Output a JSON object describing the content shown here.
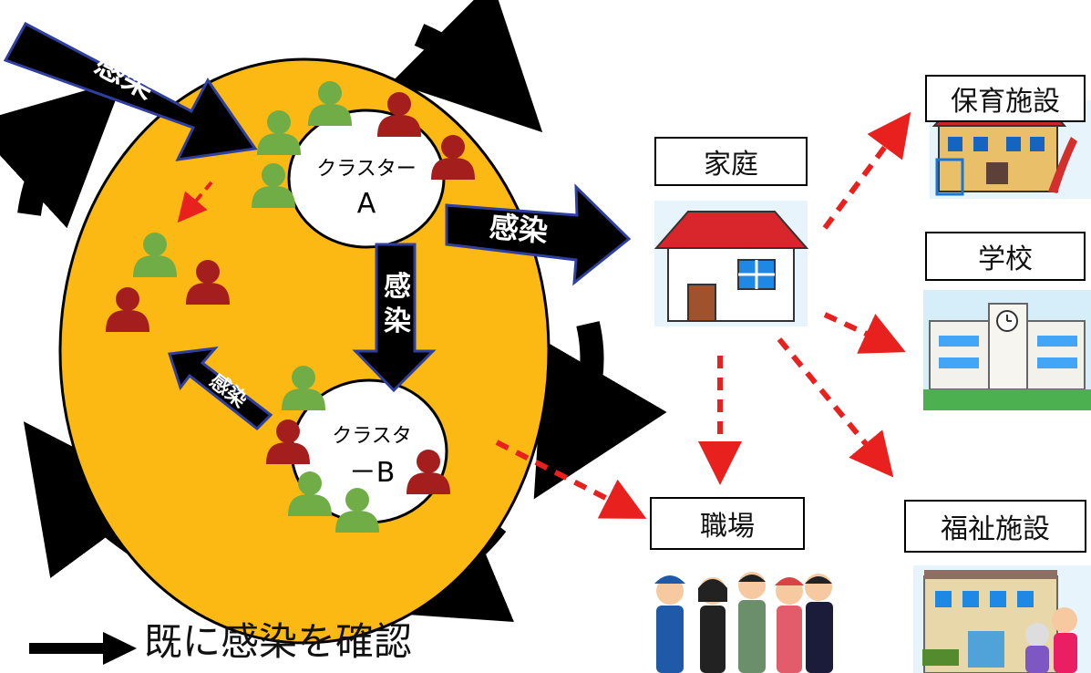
{
  "labels": {
    "infection": "感染",
    "infection_v1": "感",
    "infection_v2": "染"
  },
  "clusters": {
    "a_line1": "クラスター",
    "a_line2": "A",
    "b_line1": "クラスタ",
    "b_line2": "－B"
  },
  "destinations": {
    "home": "家庭",
    "nursery": "保育施設",
    "school": "学校",
    "workplace": "職場",
    "welfare": "福祉施設"
  },
  "legend": {
    "text": "既に感染を確認"
  },
  "colors": {
    "region_fill": "#FDB913",
    "uninfected_person": "#70AD47",
    "infected_person": "#A51E1E",
    "spread_arrow": "#E8201E",
    "infection_arrow": "#000000"
  }
}
